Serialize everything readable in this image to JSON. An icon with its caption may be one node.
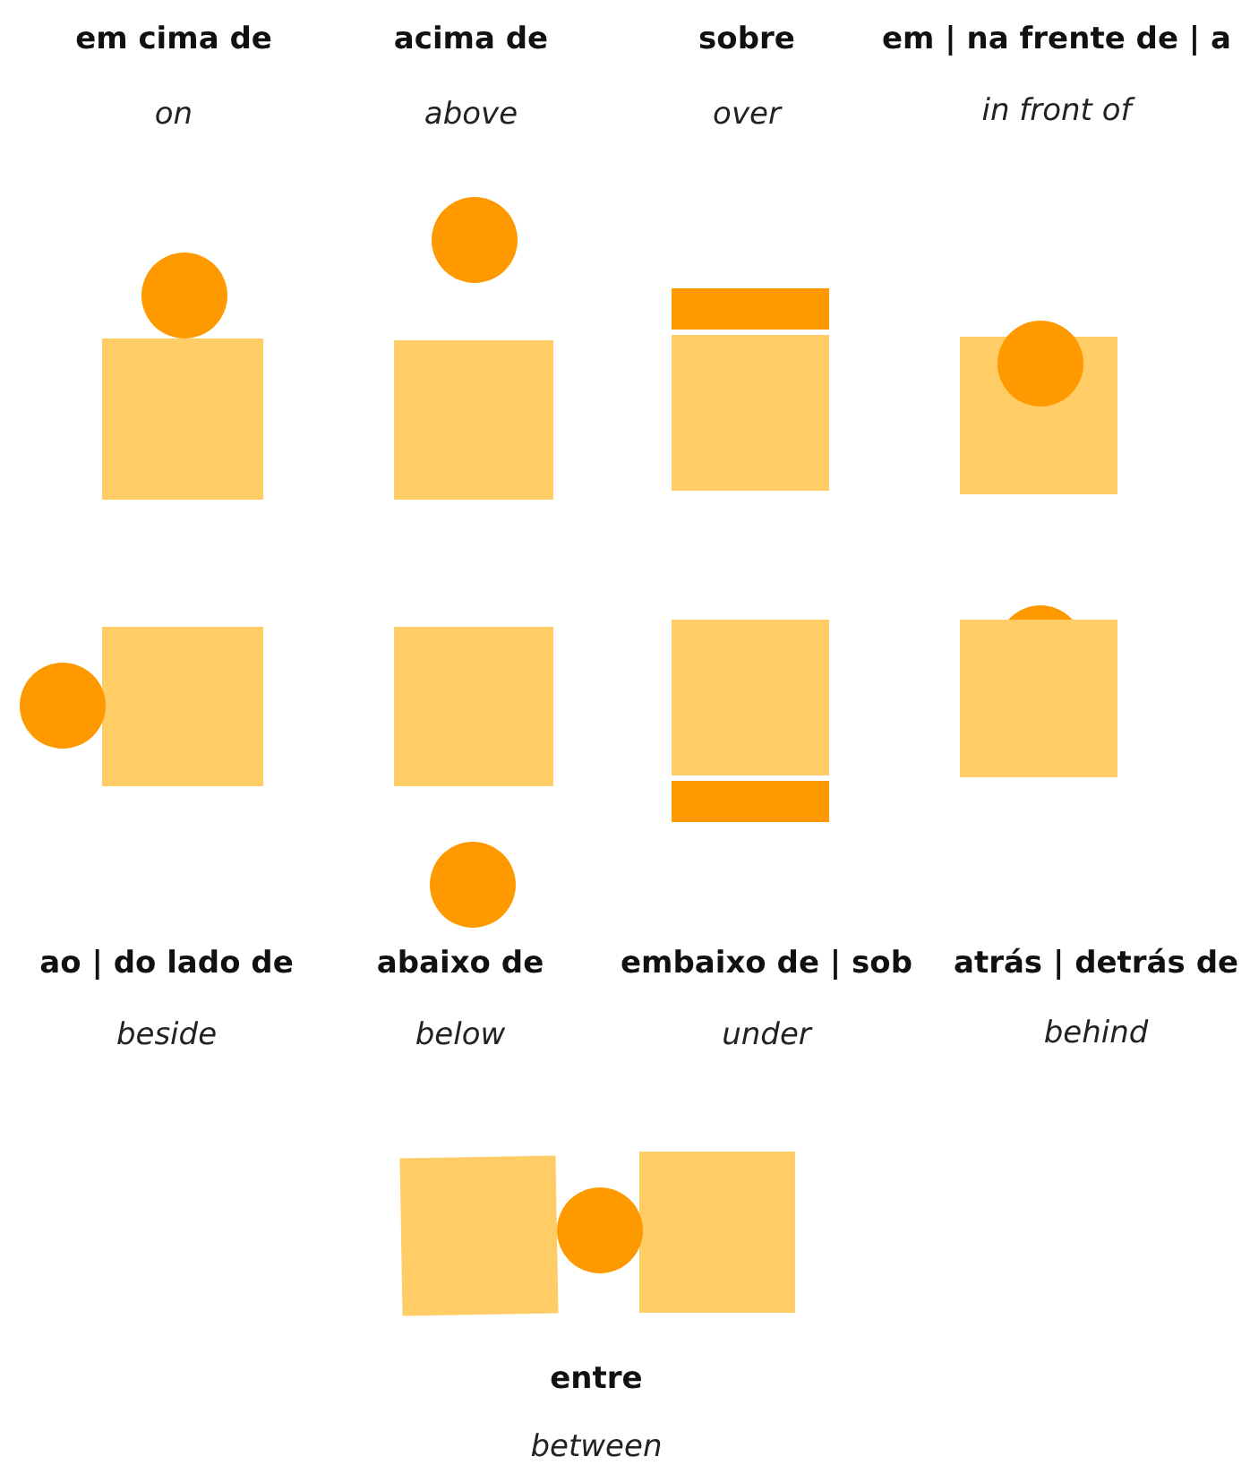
{
  "diagram": {
    "labels": [
      "em cima de",
      "on",
      "acima de",
      "above",
      "sobre",
      "over",
      "em | na frente de | a",
      "in front of",
      "ao | do lado de",
      "beside",
      "abaixo de",
      "below",
      "embaixo de | sob",
      "under",
      "atrás | detrás de",
      "behind",
      "entre",
      "between"
    ]
  }
}
